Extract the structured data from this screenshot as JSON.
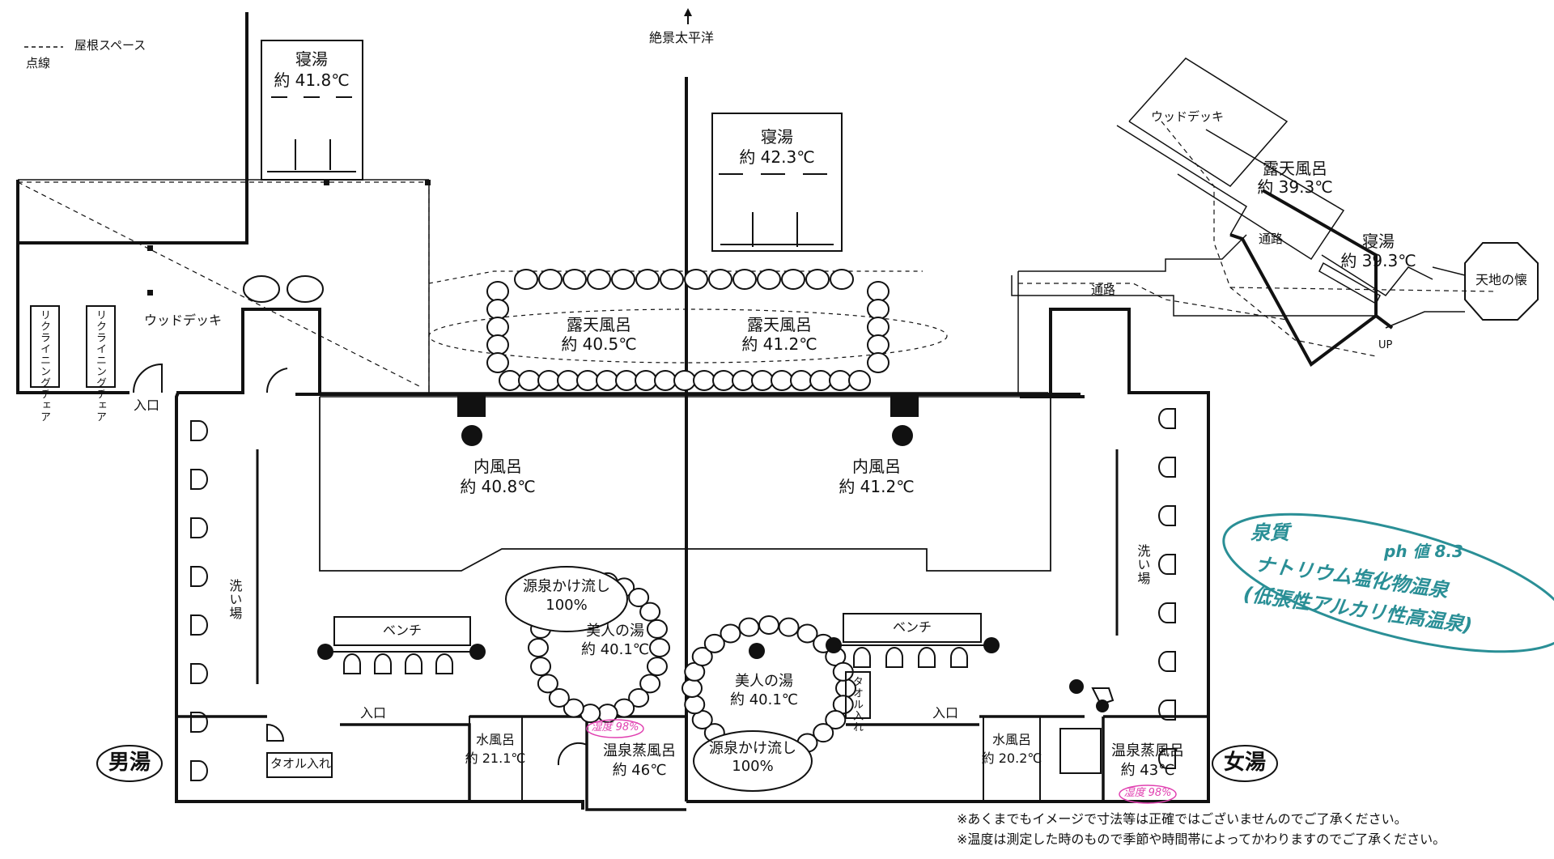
{
  "legend": {
    "dashed_line": "屋根スペース",
    "dotted_line": "点線"
  },
  "north": {
    "label": "絶景太平洋",
    "arrow": "north-arrow-icon"
  },
  "areas": {
    "men": "男湯",
    "women": "女湯",
    "men_washing": "洗い場",
    "women_washing": "洗い場",
    "wood_deck_left": "ウッドデッキ",
    "wood_deck_right": "ウッドデッキ",
    "recliner": "リクライニングチェア",
    "entrance": "入口",
    "passage": "通路",
    "tenchi": "天地の懐",
    "up": "UP",
    "bench": "ベンチ",
    "towel_box_men": "タオル入れ",
    "towel_box_women": "タオル入れ"
  },
  "baths": {
    "neyu_left": {
      "name": "寝湯",
      "temp": "約 41.8℃"
    },
    "neyu_center": {
      "name": "寝湯",
      "temp": "約 42.3℃"
    },
    "rotenburo_right": {
      "name": "露天風呂",
      "temp": "約 39.3℃"
    },
    "neyu_right": {
      "name": "寝湯",
      "temp": "約 39.3℃"
    },
    "roten_men": {
      "name": "露天風呂",
      "temp": "約 40.5℃"
    },
    "roten_women": {
      "name": "露天風呂",
      "temp": "約 41.2℃"
    },
    "uchi_men": {
      "name": "内風呂",
      "temp": "約 40.8℃"
    },
    "uchi_women": {
      "name": "内風呂",
      "temp": "約 41.2℃"
    },
    "bijin_men": {
      "name": "美人の湯",
      "temp": "約 40.1℃"
    },
    "bijin_women": {
      "name": "美人の湯",
      "temp": "約 40.1℃"
    },
    "mizu_men": {
      "name": "水風呂",
      "temp": "約 21.1℃"
    },
    "mizu_women": {
      "name": "水風呂",
      "temp": "約 20.2℃"
    },
    "sauna_men": {
      "name": "温泉蒸風呂",
      "temp": "約 46℃",
      "humidity": "湿度 98%"
    },
    "sauna_women": {
      "name": "温泉蒸風呂",
      "temp": "約 43℃",
      "humidity": "湿度 98%"
    }
  },
  "callouts": {
    "men": [
      "源泉かけ流し",
      "100%"
    ],
    "women": [
      "源泉かけ流し",
      "100%"
    ]
  },
  "spring_quality": {
    "title": "泉質",
    "ph": "ph 値 8.3",
    "type": "ナトリウム塩化物温泉",
    "note": "(低張性アルカリ性高温泉)",
    "color": "#2a8f96"
  },
  "footnotes": [
    "※あくまでもイメージで寸法等は正確ではございませんのでご了承ください。",
    "※温度は測定した時のもので季節や時間帯によってかわりますのでご了承ください。"
  ],
  "colors": {
    "humidity": "#e040b0",
    "spring": "#2a8f96"
  }
}
